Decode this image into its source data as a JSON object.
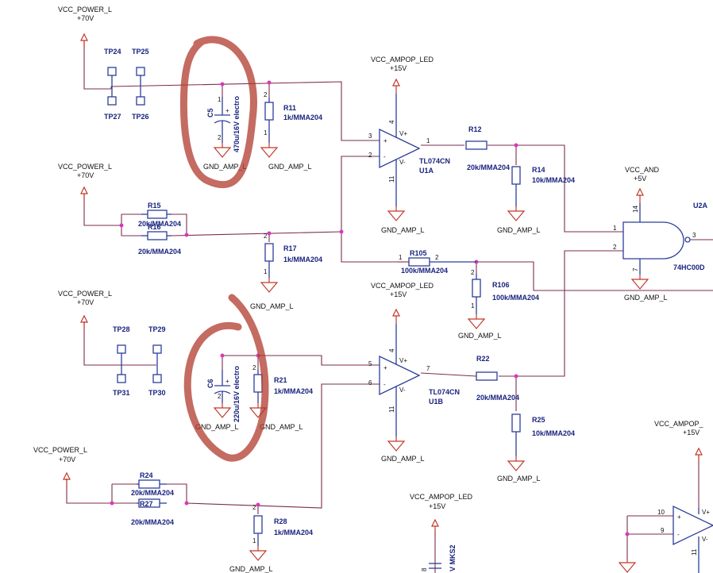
{
  "nets": {
    "vcc_power_l": "VCC_POWER_L",
    "p70v": "+70V",
    "vcc_ampop_led": "VCC_AMPOP_LED",
    "p15v": "+15V",
    "vcc_and": "VCC_AND",
    "p5v": "+5V",
    "gnd_amp_l": "GND_AMP_L",
    "vcc_ampop_partial": "VCC_AMPOP_",
    "mks2": "V MKS2"
  },
  "testpoints": {
    "tp24": "TP24",
    "tp25": "TP25",
    "tp27": "TP27",
    "tp26": "TP26",
    "tp28": "TP28",
    "tp29": "TP29",
    "tp31": "TP31",
    "tp30": "TP30"
  },
  "caps": {
    "c5_ref": "C5",
    "c5_val": "470u/16V electro",
    "c6_ref": "C6",
    "c6_val": "220u/16V electro",
    "plus": "+"
  },
  "resistors": {
    "r11": "R11",
    "r11_val": "1k/MMA204",
    "r12": "R12",
    "r12_val": "20k/MMA204",
    "r14": "R14",
    "r14_val": "10k/MMA204",
    "r15": "R15",
    "r15_val": "20k/MMA204",
    "r16": "R16",
    "r16_val": "20k/MMA204",
    "r17": "R17",
    "r17_val": "1k/MMA204",
    "r105": "R105",
    "r105_val": "100k/MMA204",
    "r106": "R106",
    "r106_val": "100k/MMA204",
    "r21": "R21",
    "r21_val": "1k/MMA204",
    "r22": "R22",
    "r22_val": "20k/MMA204",
    "r25": "R25",
    "r25_val": "10k/MMA204",
    "r24": "R24",
    "r24_val": "20k/MMA204",
    "r27": "R27",
    "r27_val": "20k/MMA204",
    "r28": "R28",
    "r28_val": "1k/MMA204"
  },
  "opamps": {
    "part": "TL074CN",
    "u1a": "U1A",
    "u1b": "U1B",
    "vplus": "V+",
    "vminus": "V-"
  },
  "gate": {
    "ref": "U2A",
    "part": "74HC00D"
  },
  "pins": {
    "p1": "1",
    "p2": "2",
    "p3": "3",
    "p4": "4",
    "p5": "5",
    "p6": "6",
    "p7": "7",
    "p8": "8",
    "p9": "9",
    "p10": "10",
    "p11": "11",
    "p14": "14",
    "plus": "+",
    "minus": "-"
  },
  "annotations": {
    "highlight_color": "#b03a2e",
    "count": 2
  }
}
